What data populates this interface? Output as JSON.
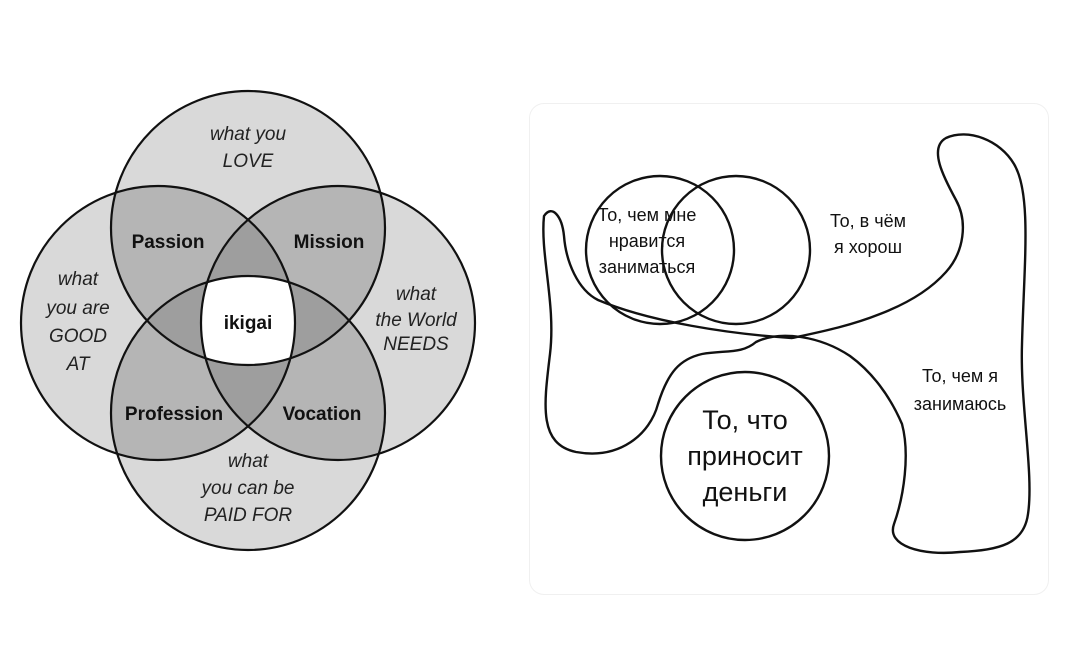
{
  "ikigai": {
    "love_line1": "what you",
    "love_line2": "LOVE",
    "good_line1": "what",
    "good_line2": "you are",
    "good_line3": "GOOD",
    "good_line4": "AT",
    "needs_line1": "what",
    "needs_line2": "the World",
    "needs_line3": "NEEDS",
    "paid_line1": "what",
    "paid_line2": "you can be",
    "paid_line3": "PAID FOR",
    "passion": "Passion",
    "mission": "Mission",
    "profession": "Profession",
    "vocation": "Vocation",
    "center": "ikigai"
  },
  "meme": {
    "like_line1": "То, чем мне",
    "like_line2": "нравится",
    "like_line3": "заниматься",
    "good_line1": "То, в чём",
    "good_line2": "я хорош",
    "doing_line1": "То, чем я",
    "doing_line2": "занимаюсь",
    "money_line1": "То, что",
    "money_line2": "приносит",
    "money_line3": "деньги"
  },
  "colors": {
    "ring_fill": "#d9d9d9",
    "pair_overlap": "#b5b5b5",
    "triple_overlap": "#9e9e9e",
    "center": "#ffffff",
    "stroke": "#111111"
  }
}
